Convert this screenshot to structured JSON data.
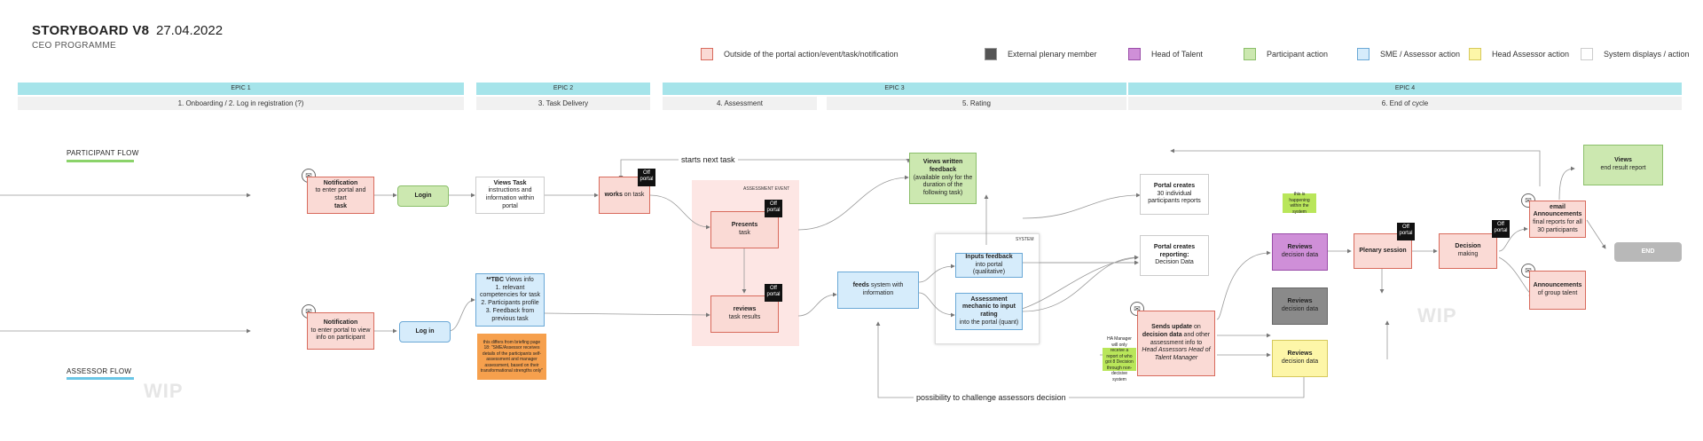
{
  "header": {
    "title": "STORYBOARD",
    "title_version": "V8",
    "date": "27.04.2022",
    "subtitle": "CEO PROGRAMME"
  },
  "legend": [
    {
      "label": "Outside of the portal action/event/task/notification",
      "color": "#fadad5"
    },
    {
      "label": "External plenary member",
      "color": "#555555"
    },
    {
      "label": "Head of Talent",
      "color": "#cf8fd8"
    },
    {
      "label": "Participant action",
      "color": "#cce8b0"
    },
    {
      "label": "SME / Assessor action",
      "color": "#d6ecfb"
    },
    {
      "label": "Head Assessor action",
      "color": "#fdf6a8"
    },
    {
      "label": "System displays / action",
      "color": "#ffffff"
    }
  ],
  "epics": [
    "EPIC 1",
    "EPIC 2",
    "EPIC 3",
    "EPIC 4"
  ],
  "phases": [
    "1. Onboarding / 2. Log in registration (?)",
    "3. Task Delivery",
    "4. Assessment",
    "5. Rating",
    "6. End of cycle"
  ],
  "flows": {
    "participant": "PARTICIPANT FLOW",
    "assessor": "ASSESSOR FLOW"
  },
  "watermark": "WIP",
  "panels": {
    "assessment_event": "ASSESSMENT EVENT",
    "system": "SYSTEM"
  },
  "edges": {
    "starts_next_task": "starts next task",
    "challenge": "possibility to challenge assessors decision"
  },
  "off_portal": "Off portal",
  "nodes": {
    "notif_p": {
      "bold": "Notification",
      "text": "to enter portal and start",
      "bold2": "task"
    },
    "login": {
      "bold": "Login"
    },
    "views_task": {
      "bold": "Views Task",
      "text": "instructions and information within portal"
    },
    "works": {
      "bold": "works",
      "text": "on task"
    },
    "presents": {
      "bold": "Presents",
      "text": "task"
    },
    "reviews_results": {
      "bold": "reviews",
      "text": "task results"
    },
    "views_feedback": {
      "bold": "Views written feedback",
      "text": "(available only for the duration of the following task)"
    },
    "feeds_system": {
      "bold": "feeds",
      "text": "system with information"
    },
    "inputs_feedback": {
      "bold": "Inputs feedback",
      "text": "into portal (qualitative)"
    },
    "assessment_mechanic": {
      "bold": "Assessment mechanic to input rating",
      "text": "into the portal (quant)"
    },
    "portal_reports": {
      "bold": "Portal creates",
      "text": "30 individual participants reports"
    },
    "portal_reporting": {
      "bold": "Portal creates reporting:",
      "text": "Decision Data"
    },
    "sends_update": {
      "bold": "Sends update",
      "text": "on",
      "bold2": "decision data",
      "text2": "and other assessment info to",
      "italic": "Head Assessors Head of Talent Manager"
    },
    "reviews_purple": {
      "bold": "Reviews",
      "text": "decision data"
    },
    "reviews_gray": {
      "bold": "Reviews",
      "text": "decision data"
    },
    "reviews_yellow": {
      "bold": "Reviews",
      "text": "decision data"
    },
    "plenary": {
      "bold": "Plenary session"
    },
    "decision": {
      "bold": "Decision",
      "text": "making"
    },
    "email_ann": {
      "bold": "email Announcements",
      "text": "final reports for all 30 participants"
    },
    "views_end": {
      "bold": "Views",
      "text": "end result report"
    },
    "announcements": {
      "bold": "Announcements",
      "text": "of group talent"
    },
    "end": {
      "bold": "END"
    },
    "notif_a": {
      "bold": "Notification",
      "text": "to enter portal to view info on participant"
    },
    "login_a": {
      "bold": "Log in"
    },
    "tbc": {
      "bold": "**TBC",
      "text": "Views info",
      "list": [
        "1. relevant competencies for task",
        "2. Participants profile",
        "3. Feedback from previous task"
      ]
    }
  },
  "stickies": {
    "orange": "this differs from briefing page 18: \"SME/Assessor receives details of the participants self-assessment and manager assessment, based on their transformational strengths only\"",
    "green_top": "this is happening within the system",
    "green_left": "HA Manager will only receive a report of who got 8 Decision through non-decisive system"
  },
  "colors": {
    "accent_epic": "#a6e4ea",
    "participant_line": "#8bd36a",
    "assessor_line": "#6ac6e6",
    "orange_sticky": "#f6a04d",
    "green_sticky": "#b9e65a"
  }
}
